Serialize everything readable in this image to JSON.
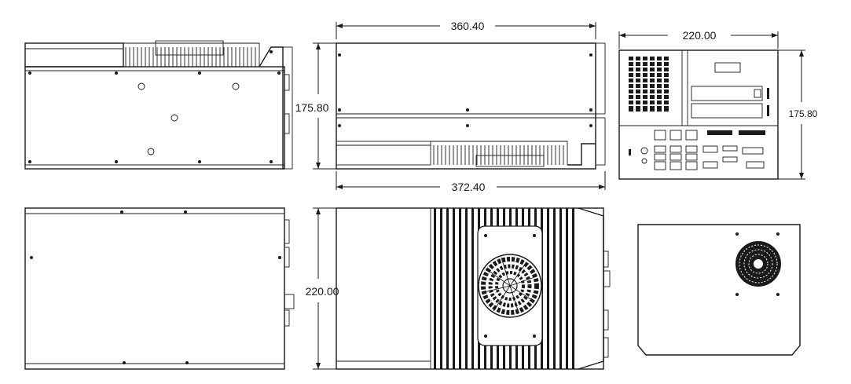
{
  "dimensions": {
    "top_width": "360.40",
    "bottom_width": "372.40",
    "front_width": "220.00",
    "side_height": "175.80",
    "front_height": "175.80",
    "depth": "220.00"
  }
}
